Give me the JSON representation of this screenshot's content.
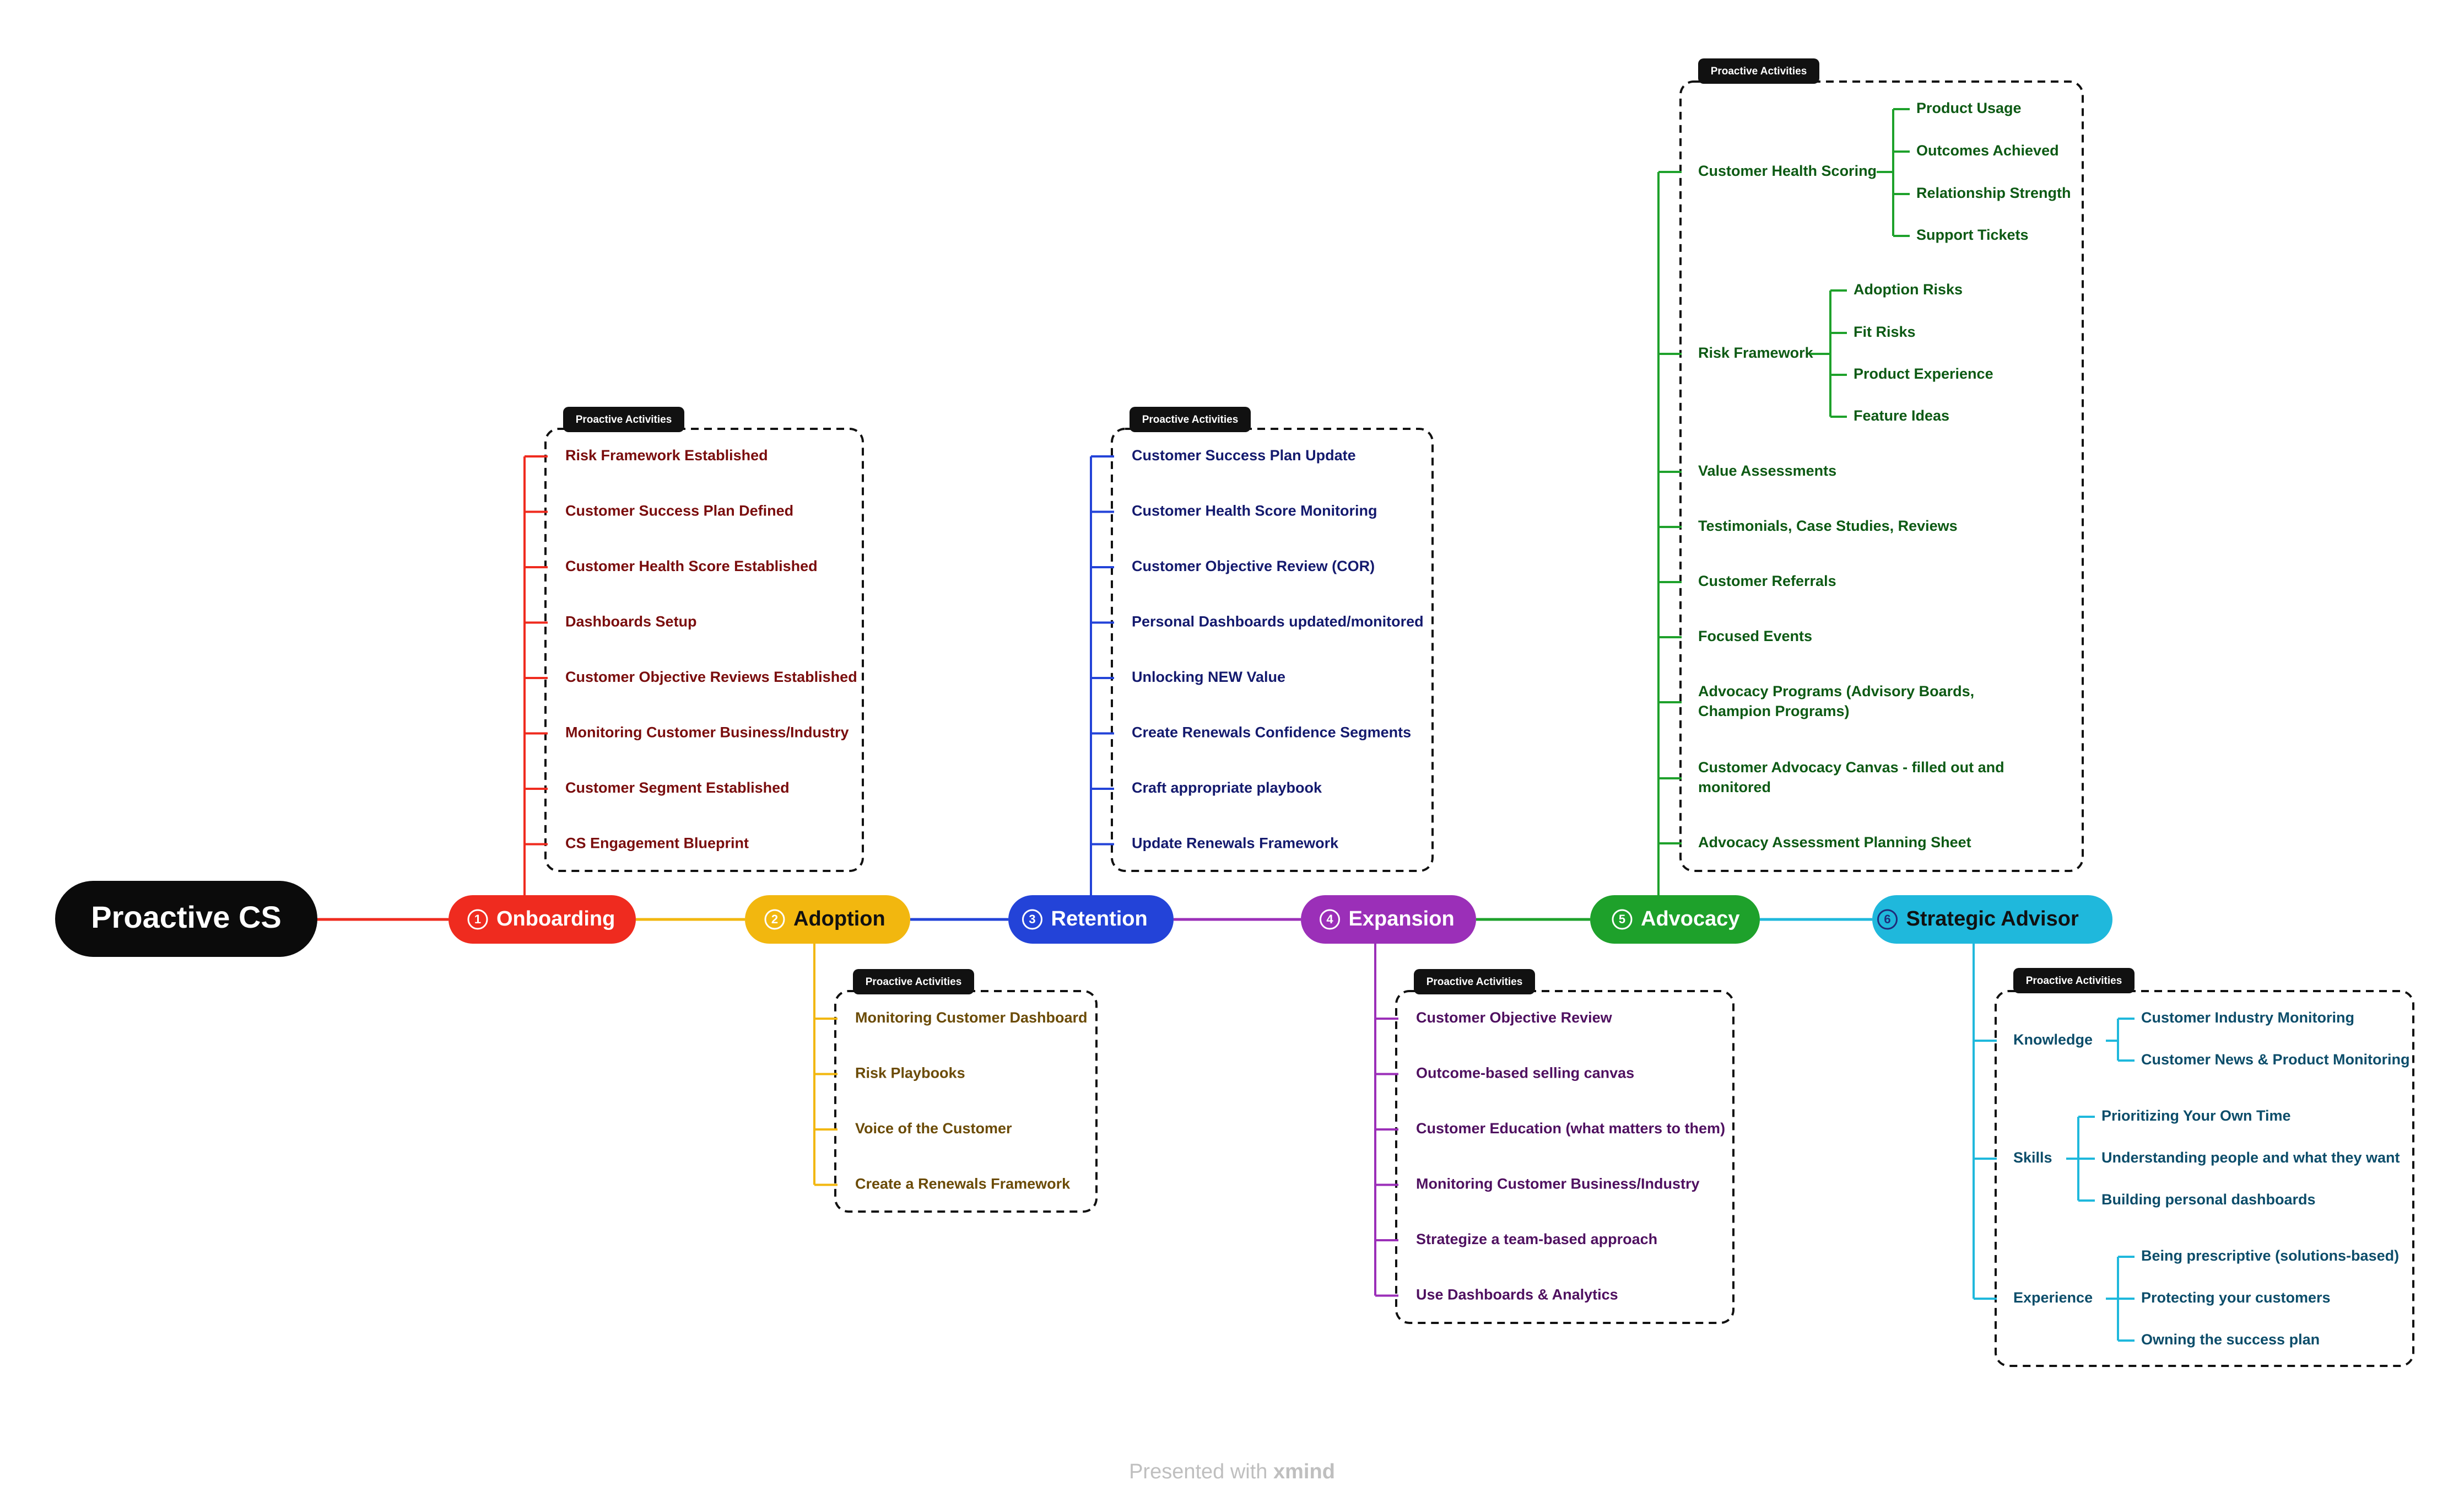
{
  "root": {
    "label": "Proactive CS"
  },
  "activities_tag": "Proactive Activities",
  "branches": [
    {
      "num": "1",
      "label": "Onboarding",
      "color": "#ef2b1f",
      "text_color": "#7a0d0d",
      "items": [
        "Risk Framework Established",
        "Customer Success Plan Defined",
        "Customer Health Score Established",
        "Dashboards Setup",
        "Customer Objective Reviews Established",
        "Monitoring Customer Business/Industry",
        "Customer Segment Established",
        "CS Engagement Blueprint"
      ]
    },
    {
      "num": "2",
      "label": "Adoption",
      "color": "#f2b70f",
      "text_color": "#6b4b06",
      "items": [
        "Monitoring Customer Dashboard",
        "Risk Playbooks",
        "Voice of the Customer",
        "Create a Renewals Framework"
      ]
    },
    {
      "num": "3",
      "label": "Retention",
      "color": "#2343d8",
      "text_color": "#141a6e",
      "items": [
        "Customer Success Plan Update",
        "Customer Health Score Monitoring",
        "Customer Objective Review (COR)",
        "Personal Dashboards updated/monitored",
        "Unlocking NEW Value",
        "Create Renewals Confidence Segments",
        "Craft appropriate playbook",
        "Update Renewals Framework"
      ]
    },
    {
      "num": "4",
      "label": "Expansion",
      "color": "#9b2fb8",
      "text_color": "#4f1060",
      "items": [
        "Customer Objective Review",
        "Outcome-based selling canvas",
        "Customer Education (what matters to them)",
        "Monitoring Customer Business/Industry",
        "Strategize a team-based approach",
        "Use Dashboards & Analytics"
      ]
    },
    {
      "num": "5",
      "label": "Advocacy",
      "color": "#1ea12b",
      "text_color": "#0d5a14",
      "items": [
        {
          "label": "Customer Health Scoring",
          "children": [
            "Product Usage",
            "Outcomes Achieved",
            "Relationship Strength",
            "Support Tickets"
          ]
        },
        {
          "label": "Risk Framework",
          "children": [
            "Adoption Risks",
            "Fit Risks",
            "Product Experience",
            "Feature Ideas"
          ]
        },
        {
          "label": "Value Assessments"
        },
        {
          "label": "Testimonials, Case Studies, Reviews"
        },
        {
          "label": "Customer Referrals"
        },
        {
          "label": "Focused Events"
        },
        {
          "label": "Advocacy Programs (Advisory Boards, Champion Programs)"
        },
        {
          "label": "Customer Advocacy Canvas - filled out and monitored"
        },
        {
          "label": "Advocacy Assessment Planning Sheet"
        }
      ]
    },
    {
      "num": "6",
      "label": "Strategic Advisor",
      "color": "#1fb8dc",
      "text_color": "#0c4d6a",
      "items": [
        {
          "label": "Knowledge",
          "children": [
            "Customer Industry Monitoring",
            "Customer News & Product Monitoring"
          ]
        },
        {
          "label": "Skills",
          "children": [
            "Prioritizing Your Own Time",
            "Understanding people and what they want",
            "Building personal dashboards"
          ]
        },
        {
          "label": "Experience",
          "children": [
            "Being prescriptive (solutions-based)",
            "Protecting your customers",
            "Owning the success plan"
          ]
        }
      ]
    }
  ],
  "footer": {
    "presented": "Presented with",
    "brand": "xmind"
  }
}
